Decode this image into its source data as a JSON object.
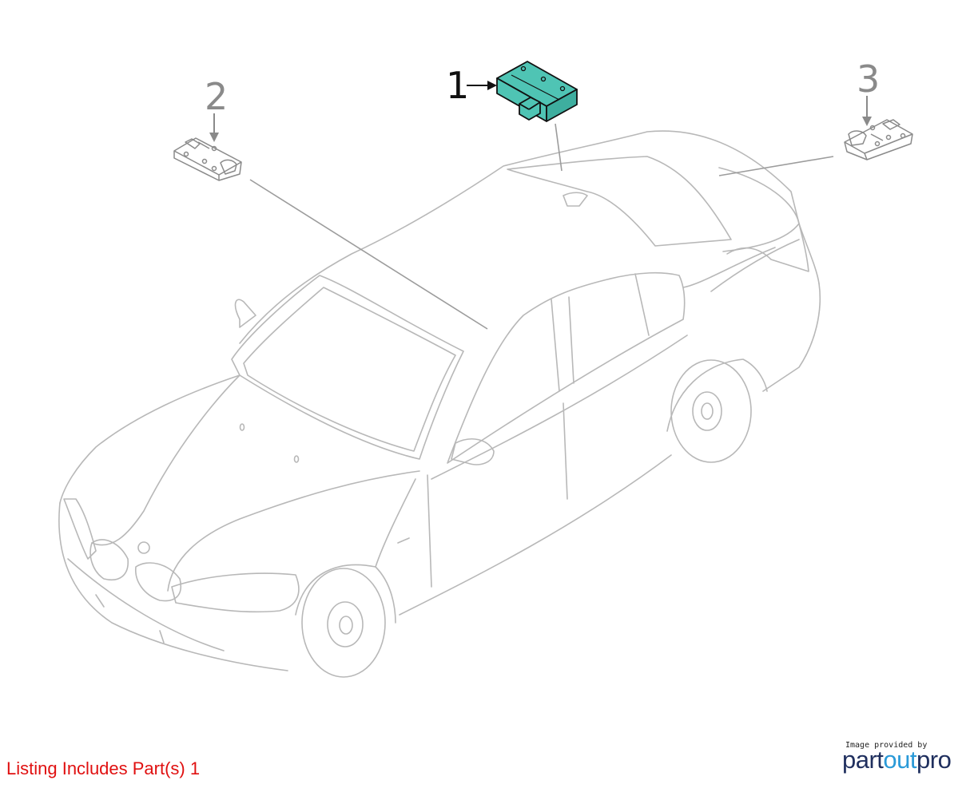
{
  "callouts": [
    {
      "number": "1",
      "part": "control-module",
      "highlighted": true
    },
    {
      "number": "2",
      "part": "bracket",
      "highlighted": false
    },
    {
      "number": "3",
      "part": "bracket",
      "highlighted": false
    }
  ],
  "listing_note": "Listing Includes Part(s) 1",
  "credit": {
    "label": "Image provided by",
    "brand_part": "part",
    "brand_out": "out",
    "brand_pro": "pro"
  },
  "colors": {
    "highlight_fill": "#4fc4b4",
    "line_art": "#b8b8b8",
    "listing_note": "#e01010",
    "brand_dark": "#1f2f5e",
    "brand_light": "#2a9ad8"
  }
}
